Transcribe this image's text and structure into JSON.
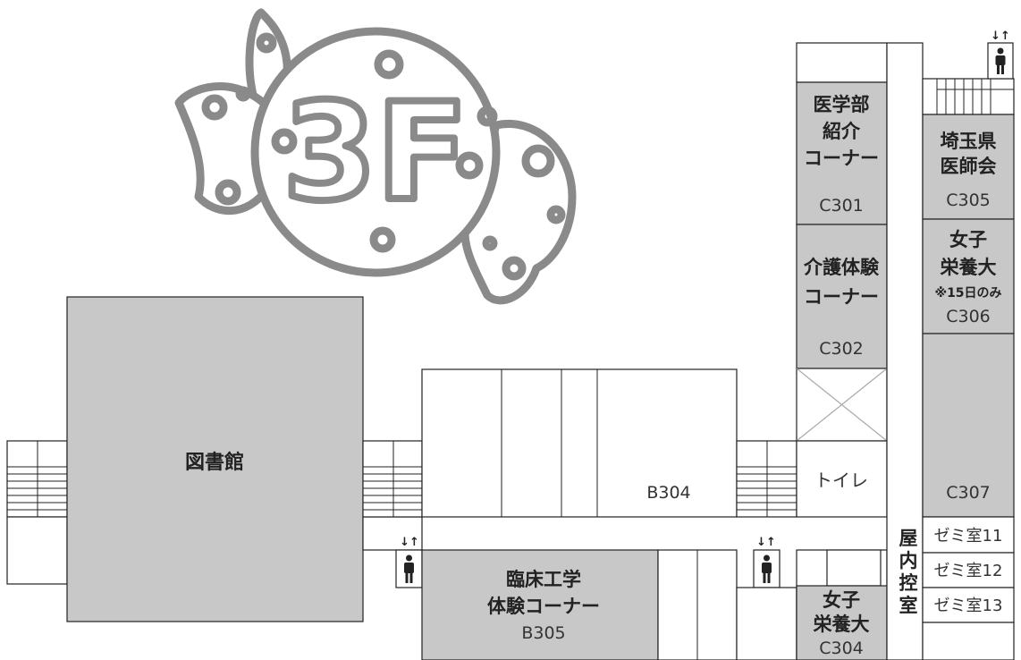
{
  "floor_label": "3F",
  "colors": {
    "room": "#c8c8c8",
    "line": "#222222",
    "candy": "#8a8a8a"
  },
  "rooms": {
    "library": {
      "name": "図書館"
    },
    "b304": {
      "code": "B304"
    },
    "b305": {
      "name_line1": "臨床工学",
      "name_line2": "体験コーナー",
      "code": "B305"
    },
    "c301": {
      "name_line1": "医学部",
      "name_line2": "紹介",
      "name_line3": "コーナー",
      "code": "C301"
    },
    "c302": {
      "name_line1": "介護体験",
      "name_line2": "コーナー",
      "code": "C302"
    },
    "toilet": {
      "name": "トイレ"
    },
    "c304": {
      "name_line1": "女子",
      "name_line2": "栄養大",
      "code": "C304"
    },
    "c305": {
      "name_line1": "埼玉県",
      "name_line2": "医師会",
      "code": "C305"
    },
    "c306": {
      "name_line1": "女子",
      "name_line2": "栄養大",
      "note": "※15日のみ",
      "code": "C306"
    },
    "c307": {
      "code": "C307"
    },
    "seminar11": {
      "name": "ゼミ室11"
    },
    "seminar12": {
      "name": "ゼミ室12"
    },
    "seminar13": {
      "name": "ゼミ室13"
    },
    "waiting": {
      "l1": "屋",
      "l2": "内",
      "l3": "控",
      "l4": "室"
    }
  },
  "elevator_arrows": "↓↑",
  "icons": [
    "elevator-icon",
    "person-icon",
    "candy-icon"
  ]
}
